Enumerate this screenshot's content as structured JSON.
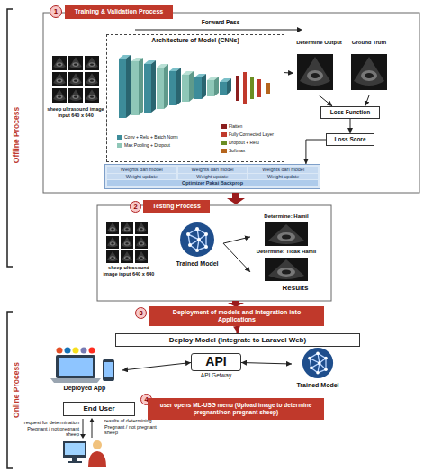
{
  "diagram": {
    "nodes": [
      {
        "text": [
          "1"
        ]
      },
      {
        "text": [
          "Training & Validation Process"
        ]
      },
      {
        "text": [
          "Architecture of Model (CNNs)"
        ]
      },
      {
        "text": [
          "sheep ultrasound image input 640 x 640"
        ]
      },
      {
        "text": [
          "Determine Output"
        ]
      },
      {
        "text": [
          "Ground Truth"
        ]
      },
      {
        "text": [
          "Loss Function"
        ]
      },
      {
        "text": [
          "Loss Score"
        ]
      },
      {
        "text": [
          "Weights dari model",
          "Weights dari model",
          "Weights dari model",
          "Weight update",
          "Weight update",
          "Weight update",
          "Optimizer Pakai Backprop"
        ]
      },
      {
        "text": [
          "2"
        ]
      },
      {
        "text": [
          "Testing Process"
        ]
      },
      {
        "text": [
          "sheep ultrasound image input 640 x 640"
        ]
      },
      {
        "text": [
          "Trained Model"
        ]
      },
      {
        "text": [
          "Determine: Hamil"
        ]
      },
      {
        "text": [
          "Determine: Tidak Hamil"
        ]
      },
      {
        "text": [
          "3"
        ]
      },
      {
        "text": [
          "Deployment of models and Integration into Applications"
        ]
      },
      {
        "text": [
          "Deploy Model (Integrate to Laravel Web)"
        ]
      },
      {
        "text": [
          "Deployed App"
        ]
      },
      {
        "text": [
          "API",
          "API Getway"
        ]
      },
      {
        "text": [
          "Trained Model"
        ]
      },
      {
        "text": [
          "End User"
        ]
      },
      {
        "text": [
          "4"
        ]
      },
      {
        "text": [
          "user opens ML-USG menu (Upload image to determine pregnant/non-pregnant sheep)"
        ]
      }
    ],
    "edges": [
      {
        "from": 2,
        "to": 4,
        "arrow": "to"
      },
      {
        "from": 4,
        "to": 6,
        "arrow": "to"
      },
      {
        "from": 5,
        "to": 6,
        "arrow": "to"
      },
      {
        "from": 6,
        "to": 7,
        "arrow": "to"
      },
      {
        "from": 7,
        "to": 8,
        "arrow": "to"
      },
      {
        "from": 12,
        "to": 13,
        "arrow": "to"
      },
      {
        "from": 12,
        "to": 14,
        "arrow": "to"
      },
      {
        "from": 16,
        "to": 17,
        "arrow": "to"
      },
      {
        "from": 18,
        "to": 19,
        "arrow": "both"
      },
      {
        "from": 19,
        "to": 20,
        "arrow": "both"
      }
    ],
    "labels": [
      "Offline Process",
      "Online Process",
      "Forward Pass",
      "Results",
      "request for determination Pregnant / not pregnant sheep",
      "results of determining Pregnant / not pregnant sheep"
    ],
    "legend": [
      {
        "text": "Conv + Relu + Batch Norm",
        "color": "#3d8c9a"
      },
      {
        "text": "Max Pooling + Dropout",
        "color": "#8fc7b8"
      },
      {
        "text": "Flatten",
        "color": "#8b1e1e"
      },
      {
        "text": "Fully Connected Layer",
        "color": "#c0392b"
      },
      {
        "text": "Dropout + Relu",
        "color": "#6b8e23"
      },
      {
        "text": "Softmax",
        "color": "#b5651d"
      }
    ]
  }
}
